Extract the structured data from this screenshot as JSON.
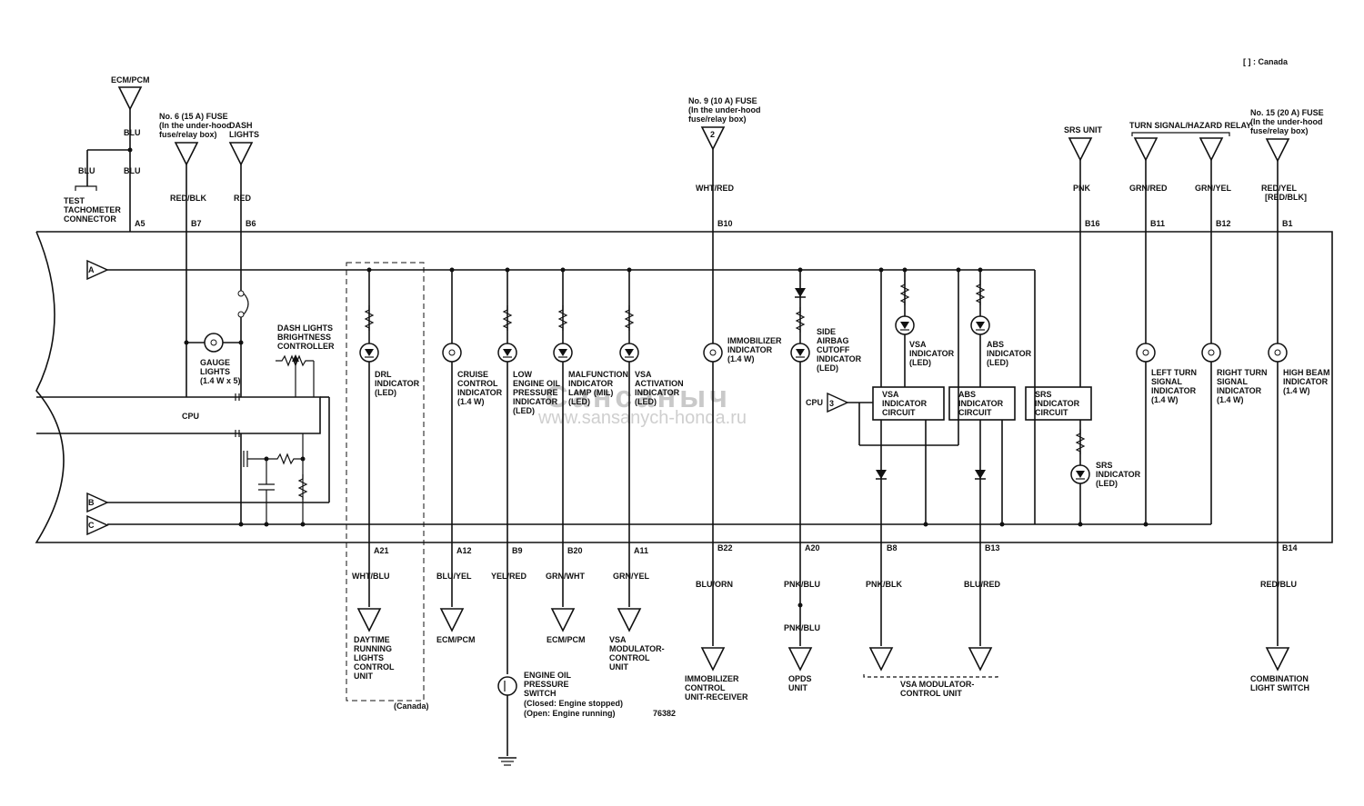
{
  "legend_note": "[ ] : Canada",
  "figure_number": "76382",
  "watermark": {
    "line1": "Сансаныч",
    "line2": "www.sansanych-honda.ru"
  },
  "cpu_label": "CPU",
  "vsa_cpu_label": "CPU",
  "connector_pins": {
    "a": "A",
    "b": "B",
    "c": "C",
    "vsa": "3"
  },
  "top_sources": {
    "ecm_pcm": "ECM/PCM",
    "fuse6": [
      "No. 6 (15 A) FUSE",
      "(In the under-hood",
      "fuse/relay box)"
    ],
    "dash_lights": [
      "DASH",
      "LIGHTS"
    ],
    "fuse9": [
      "No. 9 (10 A) FUSE",
      "(In the under-hood",
      "fuse/relay box)"
    ],
    "fuse9_pin": "2",
    "srs_unit": "SRS UNIT",
    "turn_relay": "TURN SIGNAL/HAZARD RELAY",
    "fuse15": [
      "No. 15 (20 A) FUSE",
      "(In the under-hood",
      "fuse/relay box)"
    ]
  },
  "test_tach": [
    "TEST",
    "TACHOMETER",
    "CONNECTOR"
  ],
  "top_wires": {
    "blu1": "BLU",
    "blu2": "BLU",
    "blu3": "BLU",
    "red_blk": "RED/BLK",
    "red": "RED",
    "wht_red": "WHT/RED",
    "pnk": "PNK",
    "grn_red": "GRN/RED",
    "grn_yel": "GRN/YEL",
    "red_yel": "RED/YEL",
    "red_yel_canada": "[RED/BLK]"
  },
  "top_pins": {
    "a5": "A5",
    "b7": "B7",
    "b6": "B6",
    "b10": "B10",
    "b16": "B16",
    "b11": "B11",
    "b12": "B12",
    "b1": "B1"
  },
  "components": {
    "gauge_lights": [
      "GAUGE",
      "LIGHTS",
      "(1.4 W x 5)"
    ],
    "dash_brightness": [
      "DASH LIGHTS",
      "BRIGHTNESS",
      "CONTROLLER"
    ],
    "drl": [
      "DRL",
      "INDICATOR",
      "(LED)"
    ],
    "cruise": [
      "CRUISE",
      "CONTROL",
      "INDICATOR",
      "(1.4 W)"
    ],
    "oil_pressure": [
      "LOW",
      "ENGINE OIL",
      "PRESSURE",
      "INDICATOR",
      "(LED)"
    ],
    "mil": [
      "MALFUNCTION",
      "INDICATOR",
      "LAMP (MIL)",
      "(LED)"
    ],
    "vsa_act": [
      "VSA",
      "ACTIVATION",
      "INDICATOR",
      "(LED)"
    ],
    "immobilizer": [
      "IMMOBILIZER",
      "INDICATOR",
      "(1.4 W)"
    ],
    "side_airbag": [
      "SIDE",
      "AIRBAG",
      "CUTOFF",
      "INDICATOR",
      "(LED)"
    ],
    "vsa_ind": [
      "VSA",
      "INDICATOR",
      "(LED)"
    ],
    "abs_ind": [
      "ABS",
      "INDICATOR",
      "(LED)"
    ],
    "vsa_circuit": [
      "VSA",
      "INDICATOR",
      "CIRCUIT"
    ],
    "abs_circuit": [
      "ABS",
      "INDICATOR",
      "CIRCUIT"
    ],
    "srs_circuit": [
      "SRS",
      "INDICATOR",
      "CIRCUIT"
    ],
    "srs_ind": [
      "SRS",
      "INDICATOR",
      "(LED)"
    ],
    "left_turn": [
      "LEFT TURN",
      "SIGNAL",
      "INDICATOR",
      "(1.4 W)"
    ],
    "right_turn": [
      "RIGHT TURN",
      "SIGNAL",
      "INDICATOR",
      "(1.4 W)"
    ],
    "high_beam": [
      "HIGH BEAM",
      "INDICATOR",
      "(1.4 W)"
    ]
  },
  "bottom_pins": {
    "a21": "A21",
    "a12": "A12",
    "b9": "B9",
    "b20": "B20",
    "a11": "A11",
    "b22": "B22",
    "a20": "A20",
    "b8": "B8",
    "b13": "B13",
    "b14": "B14"
  },
  "bottom_wires": {
    "wht_blu": "WHT/BLU",
    "blu_yel": "BLU/YEL",
    "yel_red": "YEL/RED",
    "grn_wht": "GRN/WHT",
    "grn_yel": "GRN/YEL",
    "blu_orn": "BLU/ORN",
    "pnk_blu1": "PNK/BLU",
    "pnk_blu2": "PNK/BLU",
    "pnk_blk": "PNK/BLK",
    "blu_red": "BLU/RED",
    "red_blu": "RED/BLU"
  },
  "bottom_destinations": {
    "drl_unit": [
      "DAYTIME",
      "RUNNING",
      "LIGHTS",
      "CONTROL",
      "UNIT"
    ],
    "canada": "(Canada)",
    "ecm1": "ECM/PCM",
    "ecm2": "ECM/PCM",
    "vsa_mod1": [
      "VSA",
      "MODULATOR-",
      "CONTROL",
      "UNIT"
    ],
    "oil_switch": [
      "ENGINE OIL",
      "PRESSURE",
      "SWITCH",
      "(Closed: Engine stopped)",
      "(Open: Engine running)"
    ],
    "immob_unit": [
      "IMMOBILIZER",
      "CONTROL",
      "UNIT-RECEIVER"
    ],
    "opds": [
      "OPDS",
      "UNIT"
    ],
    "vsa_mod2": [
      "VSA MODULATOR-",
      "CONTROL UNIT"
    ],
    "combo_switch": [
      "COMBINATION",
      "LIGHT SWITCH"
    ]
  }
}
